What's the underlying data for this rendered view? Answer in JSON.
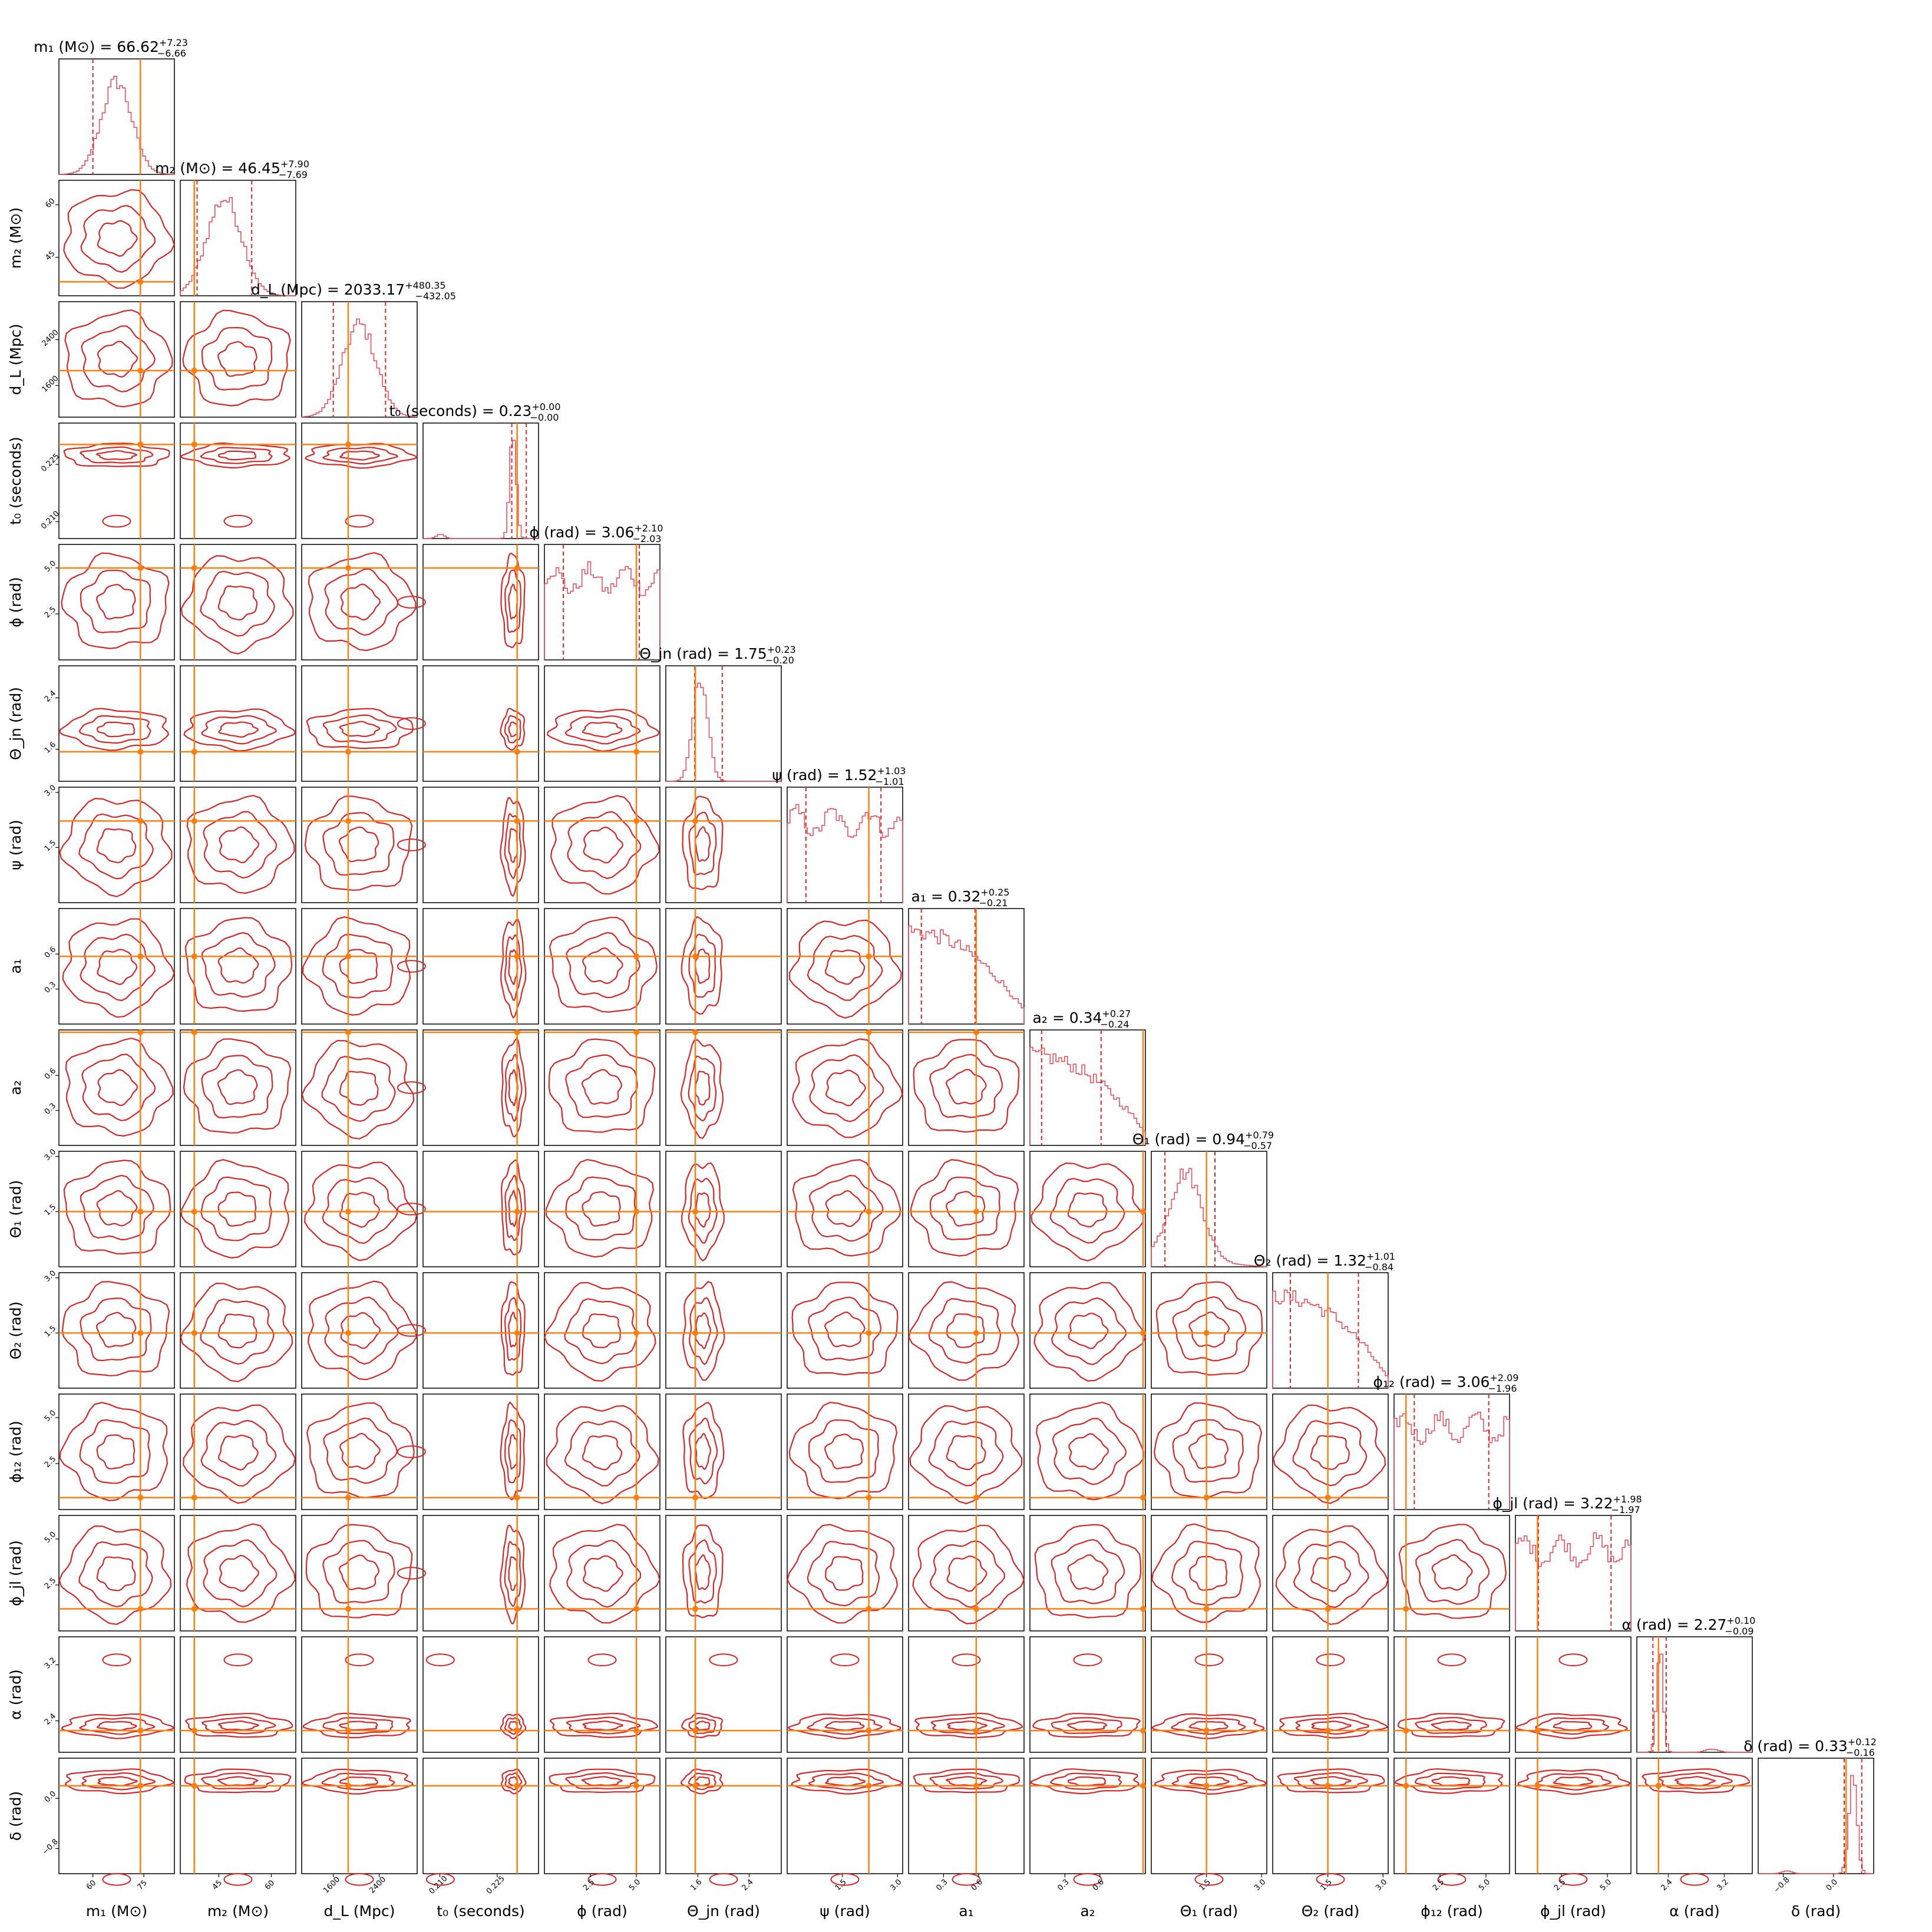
{
  "figure": {
    "hist_color": "#e8505b",
    "contour_color": "#d62728",
    "truth_color": "#ff7f0e",
    "quantile_color": "#d62728"
  },
  "chart_data": {
    "type": "corner",
    "title": "",
    "parameters": [
      {
        "id": "m1",
        "label": "m₁ (M⊙)",
        "title_name": "m₁ (M⊙)",
        "median": "66.62",
        "plus": "+7.23",
        "minus": "−6.66",
        "ticks": [
          "60",
          "75"
        ],
        "range": [
          50,
          84
        ],
        "tickvals": [
          60,
          75
        ],
        "truth": 74,
        "q": [
          60,
          74
        ]
      },
      {
        "id": "m2",
        "label": "m₂ (M⊙)",
        "title_name": "m₂ (M⊙)",
        "median": "46.45",
        "plus": "+7.90",
        "minus": "−7.69",
        "ticks": [
          "45",
          "60"
        ],
        "range": [
          34,
          67
        ],
        "tickvals": [
          45,
          60
        ],
        "truth": 38,
        "q": [
          38.8,
          54.4
        ]
      },
      {
        "id": "dL",
        "label": "d_L (Mpc)",
        "title_name": "d_L (Mpc)",
        "median": "2033.17",
        "plus": "+480.35",
        "minus": "−432.05",
        "ticks": [
          "1600",
          "2400"
        ],
        "range": [
          1050,
          3060
        ],
        "tickvals": [
          1600,
          2400
        ],
        "truth": 1860,
        "q": [
          1600,
          2510
        ]
      },
      {
        "id": "t0",
        "label": "t₀ (seconds)",
        "title_name": "t₀ (seconds)",
        "median": "0.23",
        "plus": "+0.00",
        "minus": "−0.00",
        "ticks": [
          "0.210",
          "0.225"
        ],
        "range": [
          0.2056,
          0.2358
        ],
        "tickvals": [
          0.21,
          0.225
        ],
        "truth": 0.2302,
        "q": [
          0.2288,
          0.2326
        ]
      },
      {
        "id": "phi",
        "label": "ϕ (rad)",
        "title_name": "ϕ (rad)",
        "median": "3.06",
        "plus": "+2.10",
        "minus": "−2.03",
        "ticks": [
          "2.5",
          "5.0"
        ],
        "range": [
          0,
          6.28
        ],
        "tickvals": [
          2.5,
          5.0
        ],
        "truth": 5.0,
        "q": [
          1.03,
          5.16
        ]
      },
      {
        "id": "thetajn",
        "label": "Θ_jn (rad)",
        "title_name": "Θ_jn (rad)",
        "median": "1.75",
        "plus": "+0.23",
        "minus": "−0.20",
        "ticks": [
          "1.6",
          "2.4"
        ],
        "range": [
          1.1,
          2.9
        ],
        "tickvals": [
          1.6,
          2.4
        ],
        "truth": 1.56,
        "q": [
          1.55,
          1.98
        ]
      },
      {
        "id": "psi",
        "label": "ψ (rad)",
        "title_name": "ψ (rad)",
        "median": "1.52",
        "plus": "+1.03",
        "minus": "−1.01",
        "ticks": [
          "1.5",
          "3.0"
        ],
        "range": [
          0,
          3.14
        ],
        "tickvals": [
          1.5,
          3.0
        ],
        "truth": 2.22,
        "q": [
          0.51,
          2.55
        ]
      },
      {
        "id": "a1",
        "label": "a₁",
        "title_name": "a₁",
        "median": "0.32",
        "plus": "+0.25",
        "minus": "−0.21",
        "ticks": [
          "0.3",
          "0.6"
        ],
        "range": [
          0,
          0.99
        ],
        "tickvals": [
          0.3,
          0.6
        ],
        "truth": 0.58,
        "q": [
          0.11,
          0.57
        ]
      },
      {
        "id": "a2",
        "label": "a₂",
        "title_name": "a₂",
        "median": "0.34",
        "plus": "+0.27",
        "minus": "−0.24",
        "ticks": [
          "0.3",
          "0.6"
        ],
        "range": [
          0,
          0.99
        ],
        "tickvals": [
          0.3,
          0.6
        ],
        "truth": 0.97,
        "q": [
          0.1,
          0.61
        ]
      },
      {
        "id": "theta1",
        "label": "Θ₁ (rad)",
        "title_name": "Θ₁ (rad)",
        "median": "0.94",
        "plus": "+0.79",
        "minus": "−0.57",
        "ticks": [
          "1.5",
          "3.0"
        ],
        "range": [
          0,
          3.14
        ],
        "tickvals": [
          1.5,
          3.0
        ],
        "truth": 1.5,
        "q": [
          0.37,
          1.73
        ]
      },
      {
        "id": "theta2",
        "label": "Θ₂ (rad)",
        "title_name": "Θ₂ (rad)",
        "median": "1.32",
        "plus": "+1.01",
        "minus": "−0.84",
        "ticks": [
          "1.5",
          "3.0"
        ],
        "range": [
          0,
          3.14
        ],
        "tickvals": [
          1.5,
          3.0
        ],
        "truth": 1.5,
        "q": [
          0.48,
          2.33
        ]
      },
      {
        "id": "phi12",
        "label": "ϕ₁₂ (rad)",
        "title_name": "ϕ₁₂ (rad)",
        "median": "3.06",
        "plus": "+2.09",
        "minus": "−1.96",
        "ticks": [
          "2.5",
          "5.0"
        ],
        "range": [
          0,
          6.28
        ],
        "tickvals": [
          2.5,
          5.0
        ],
        "truth": 0.65,
        "q": [
          1.1,
          5.15
        ]
      },
      {
        "id": "phijl",
        "label": "ϕ_jl (rad)",
        "title_name": "ϕ_jl (rad)",
        "median": "3.22",
        "plus": "+1.98",
        "minus": "−1.97",
        "ticks": [
          "2.5",
          "5.0"
        ],
        "range": [
          0,
          6.28
        ],
        "tickvals": [
          2.5,
          5.0
        ],
        "truth": 1.2,
        "q": [
          1.25,
          5.2
        ]
      },
      {
        "id": "alpha",
        "label": "α (rad)",
        "title_name": "α (rad)",
        "median": "2.27",
        "plus": "+0.10",
        "minus": "−0.09",
        "ticks": [
          "2.4",
          "3.2"
        ],
        "range": [
          1.95,
          3.6
        ],
        "tickvals": [
          2.4,
          3.2
        ],
        "truth": 2.26,
        "q": [
          2.18,
          2.37
        ]
      },
      {
        "id": "delta",
        "label": "δ (rad)",
        "title_name": "δ (rad)",
        "median": "0.33",
        "plus": "+0.12",
        "minus": "−0.16",
        "ticks": [
          "−0.8",
          "0.0"
        ],
        "range": [
          -1.2,
          0.64
        ],
        "tickvals": [
          -0.8,
          0.0
        ],
        "truth": 0.2,
        "q": [
          0.17,
          0.45
        ]
      }
    ]
  }
}
